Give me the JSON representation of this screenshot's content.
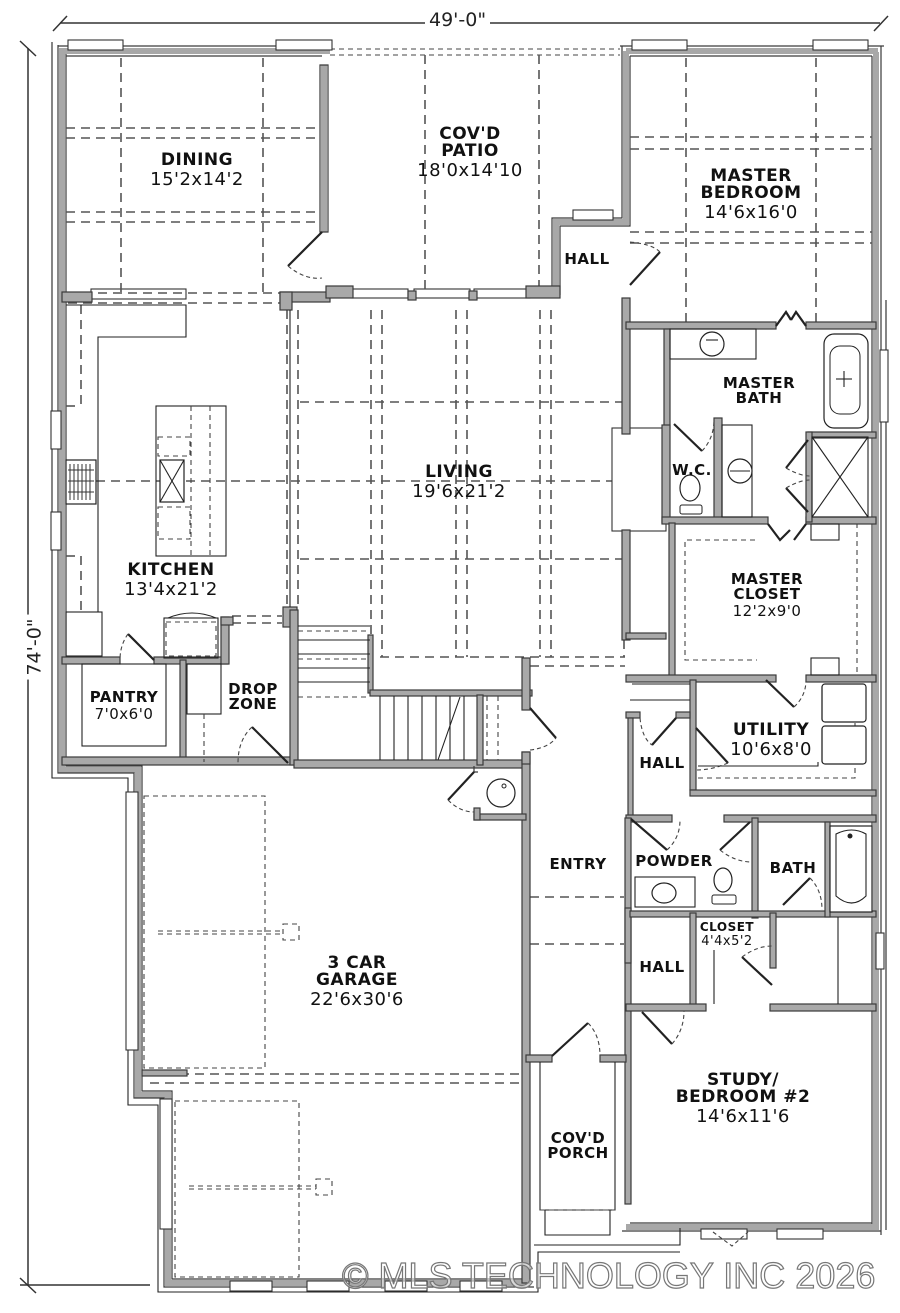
{
  "drawing": {
    "type": "floor-plan",
    "overall_width": "49'-0\"",
    "overall_depth": "74'-0\""
  },
  "rooms": {
    "dining": {
      "name": "DINING",
      "dim": "15'2x14'2"
    },
    "patio": {
      "name": "COV'D PATIO",
      "name_line1": "COV'D",
      "name_line2": "PATIO",
      "dim": "18'0x14'10"
    },
    "master_bedroom": {
      "name": "MASTER BEDROOM",
      "name_line1": "MASTER",
      "name_line2": "BEDROOM",
      "dim": "14'6x16'0"
    },
    "hall_master": {
      "name": "HALL"
    },
    "kitchen": {
      "name": "KITCHEN",
      "dim": "13'4x21'2"
    },
    "living": {
      "name": "LIVING",
      "dim": "19'6x21'2"
    },
    "master_bath": {
      "name": "MASTER BATH",
      "name_line1": "MASTER",
      "name_line2": "BATH"
    },
    "wc": {
      "name": "W.C."
    },
    "master_closet": {
      "name": "MASTER CLOSET",
      "name_line1": "MASTER",
      "name_line2": "CLOSET",
      "dim": "12'2x9'0"
    },
    "pantry": {
      "name": "PANTRY",
      "dim": "7'0x6'0"
    },
    "drop_zone": {
      "name": "DROP ZONE",
      "name_line1": "DROP",
      "name_line2": "ZONE"
    },
    "utility": {
      "name": "UTILITY",
      "dim": "10'6x8'0"
    },
    "hall_utility": {
      "name": "HALL"
    },
    "garage": {
      "name": "3 CAR GARAGE",
      "name_line1": "3 CAR",
      "name_line2": "GARAGE",
      "dim": "22'6x30'6"
    },
    "entry": {
      "name": "ENTRY"
    },
    "powder": {
      "name": "POWDER"
    },
    "bath": {
      "name": "BATH"
    },
    "closet": {
      "name": "CLOSET",
      "dim": "4'4x5'2"
    },
    "hall_bed2": {
      "name": "HALL"
    },
    "study": {
      "name": "STUDY/ BEDROOM #2",
      "name_line1": "STUDY/",
      "name_line2": "BEDROOM #2",
      "dim": "14'6x11'6"
    },
    "porch": {
      "name": "COV'D PORCH",
      "name_line1": "COV'D",
      "name_line2": "PORCH"
    }
  },
  "fixtures": [
    "range-icon",
    "island-sink-icon",
    "refrigerator-icon",
    "fireplace-icon",
    "tub-icon",
    "shower-icon",
    "toilet-icon",
    "lavatory-sink-icon",
    "washer-icon",
    "dryer-icon",
    "water-heater-icon",
    "stairs-icon"
  ],
  "watermark": "© MLS TECHNOLOGY INC 2026"
}
